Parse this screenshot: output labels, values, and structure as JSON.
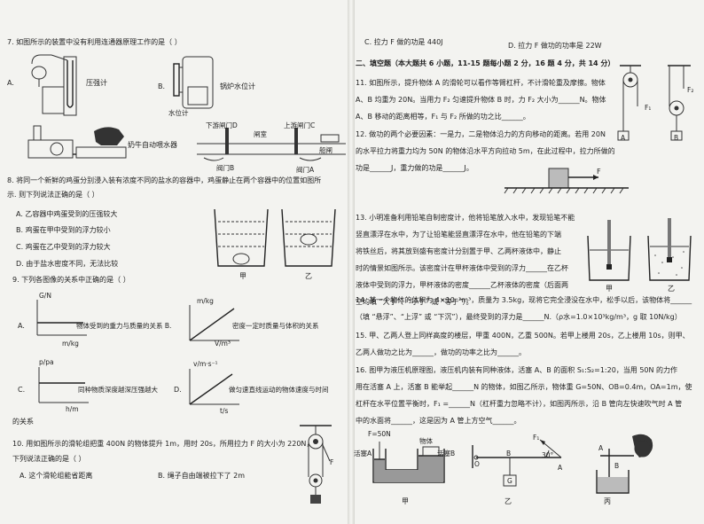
{
  "q7": {
    "stem": "7. 如图所示的装置中没有利用连通器原理工作的是（    ）",
    "A": "A.",
    "A_cap": "压强计",
    "B": "B.",
    "B_cap": "锅炉水位计",
    "B_sub": "水位计",
    "C_cap": "奶牛自动喂水器",
    "D_up": "下游闸门D",
    "D_room": "闸室",
    "D_upstream": "上游闸门C",
    "D_ship": "船闸",
    "D_valveB": "阀门B",
    "D_valveA": "阀门A"
  },
  "q8": {
    "stem": "8. 将同一个新鲜的鸡蛋分别浸入装有浓度不同的盐水的容器中，鸡蛋静止在两个容器中的位置如图所",
    "stem2": "示. 则下列说法正确的是（    ）",
    "A": "A. 乙容器中鸡蛋受到的压强较大",
    "B": "B. 鸡蛋在甲中受到的浮力较小",
    "C": "C. 鸡蛋在乙中受到的浮力较大",
    "D": "D. 由于盐水密度不同，无法比较",
    "jia": "甲",
    "yi": "乙"
  },
  "q9": {
    "stem": "9. 下列各图像的关系中正确的是（    ）",
    "A_y": "G/N",
    "A_x": "m/kg",
    "A": "A.",
    "A_txt": "物体受到的重力与质量的关系 B.",
    "B_y": "m/kg",
    "B_x": "V/m³",
    "B_txt": "密度一定时质量与体积的关系",
    "C": "C.",
    "C_y": "p/pa",
    "C_x": "h/m",
    "C_txt": "同种物质深度越深压强越大",
    "D": "D.",
    "D_y": "v/m·s⁻¹",
    "D_x": "t/s",
    "D_txt": "做匀速直线运动的物体速度与时间",
    "tail": "的关系"
  },
  "q10": {
    "stem": "10. 用如图所示的滑轮组把重 400N 的物体提升 1m，用时 20s，所用拉力 F 的大小为 220N，",
    "stem2": "下列说法正确的是（    ）",
    "A": "A. 这个滑轮组能省距离",
    "B": "B. 绳子自由端被拉下了 2m",
    "F": "F"
  },
  "right": {
    "C": "C. 拉力 F 做的功是 440J",
    "D": "D. 拉力 F 做功的功率是 22W",
    "section": "二、填空题（本大题共 6 小题，11-15 题每小题 2 分，16 题 4 分，共 14 分）",
    "q11_1": "11. 如图所示，提升物体 A 的滑轮可以看作等臂杠杆，不计滑轮重及摩擦。物体",
    "q11_2": "A、B 均重为 20N。当用力 F₂ 匀速提升物体 B 时，力 F₂ 大小为______N。物体",
    "q11_3": "A、B 移动的距离相等，F₁ 与 F₂ 所做的功之比______。",
    "q12_1": "12. 做功的两个必要因素：一是力，二是物体沿力的方向移动的距离。若用 20N",
    "q12_2": "的水平拉力将重力均为 50N 的物体沿水平方向拉动 5m，在此过程中，拉力所做的",
    "q12_3": "功是______J，重力做的功是______J。",
    "q13_1": "13. 小明准备利用铅笔自制密度计，他将铅笔放入水中，发现铅笔不能",
    "q13_2": "竖直漂浮在水中，为了让铅笔能竖直漂浮在水中，他在铅笔的下端",
    "q13_3": "将铁丝后，将其放到盛有密度计分别置于甲、乙两杯液体中，静止",
    "q13_4": "时的情景如图所示。该密度计在甲杯液体中受到的浮力______在乙杯",
    "q13_5": "液体中受到的浮力，甲杯液体的密度______乙杯液体的密度（后面两",
    "q13_6": "空均填 “大于”、“小于” 或 “等于”）。",
    "q14_1": "14. 某一个物体的体积为 4×10⁻³m³，质量为 3.5kg，现将它完全浸没在水中，松手以后，该物体将______",
    "q14_2": "（填 “悬浮”、“上浮” 或 “下沉”），最终受到的浮力是______N.（ρ水=1.0×10³kg/m³，g 取 10N/kg）",
    "q15_1": "15. 甲、乙两人登上同样高度的楼层，甲重 400N，乙重 500N。若甲上楼用 20s，乙上楼用 10s，则甲、",
    "q15_2": "乙两人做功之比为______，做功的功率之比为______。",
    "q16_1": "16. 图甲为液压机原理图，液压机内装有同种液体，活塞 A、B 的面积 S₁:S₂=1:20，当用 50N 的力作",
    "q16_2": "用在活塞 A 上，活塞 B 能举起______N 的物体，如图乙所示，物体重 G=50N、OB=0.4m，OA=1m，使",
    "q16_3": "杠杆在水平位置平衡时，F₁ =______N（杠杆重力忽略不计），如图丙所示，沿 B 管向左快速吹气时 A 管",
    "q16_4": "中的水面将______，这是因为 A 管上方空气______。",
    "fig11_F1": "F₁",
    "fig11_F2": "F₂",
    "fig11_A": "A",
    "fig11_B": "B",
    "fig12_F": "F",
    "fig13_jia": "甲",
    "fig13_yi": "乙",
    "fig16_force": "F=50N",
    "fig16_obj": "物体",
    "fig16_pA": "活塞A",
    "fig16_pB": "活塞B",
    "fig16_jia": "甲",
    "fig16_F1": "F₁",
    "fig16_angle": "30°",
    "fig16_O": "O",
    "fig16_Bl": "B",
    "fig16_A": "A",
    "fig16_G": "G",
    "fig16_yi": "乙",
    "fig16_bA": "A",
    "fig16_bB": "B",
    "fig16_bing": "丙"
  }
}
